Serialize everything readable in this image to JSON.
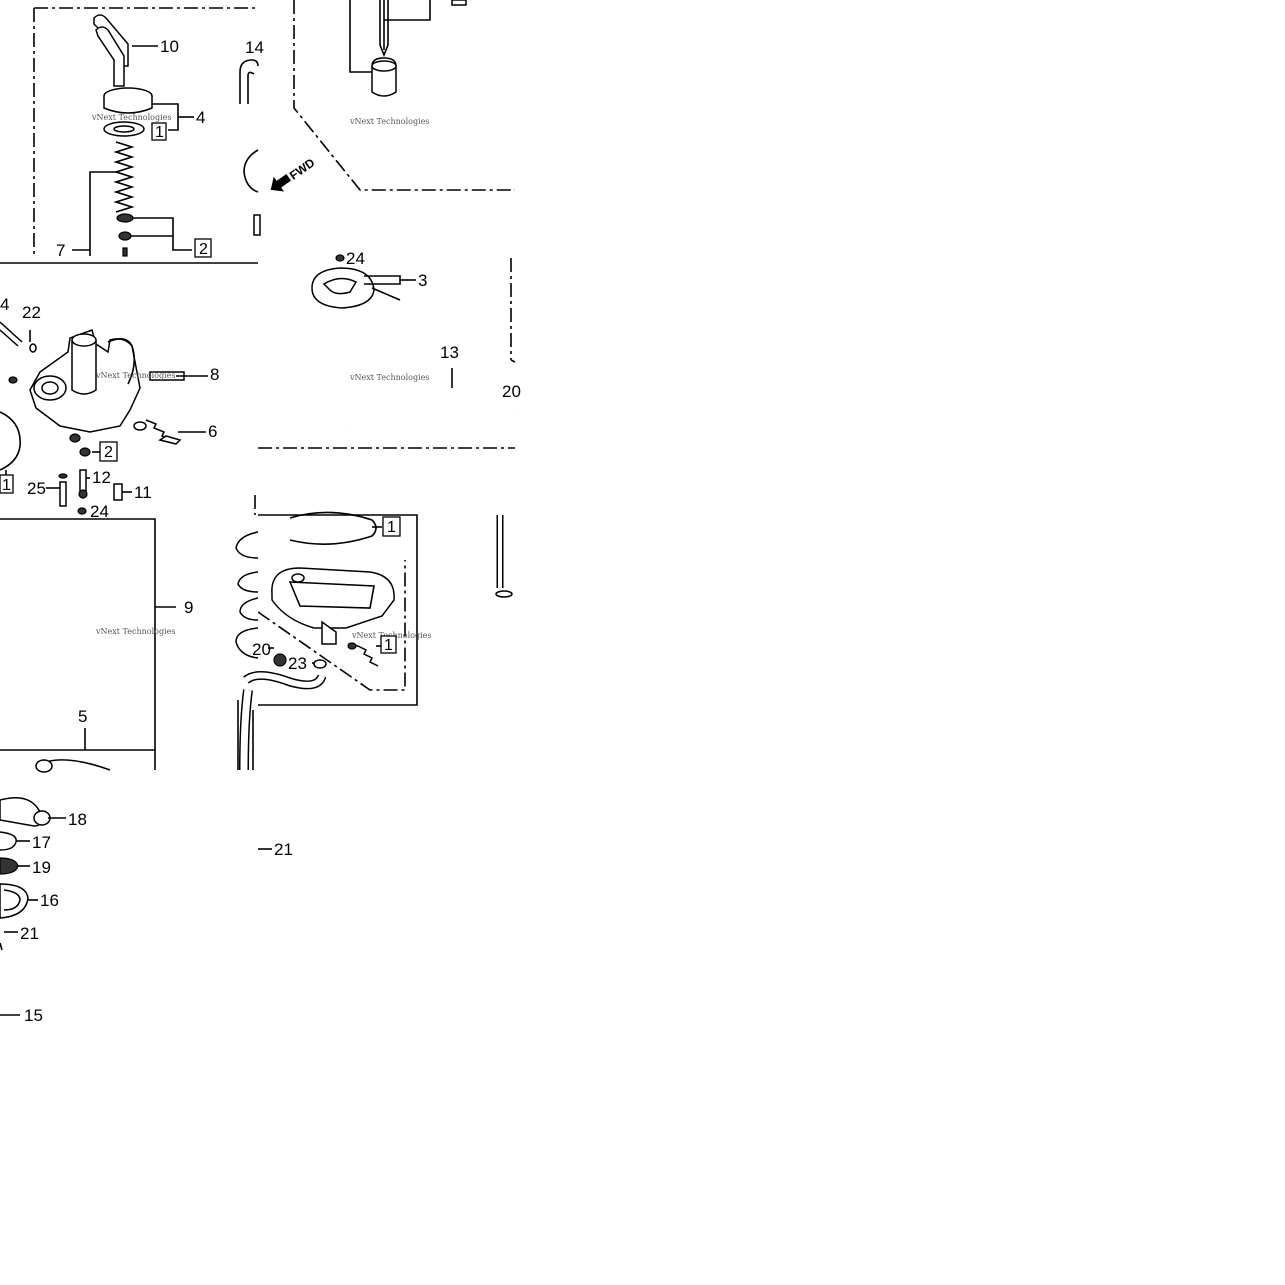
{
  "labels": {
    "l10": "10",
    "l4a": "4",
    "l7": "7",
    "l14": "14",
    "l22": "22",
    "l8": "8",
    "l6": "6",
    "l25": "25",
    "l12": "12",
    "l11": "11",
    "l24a": "24",
    "l24b": "24",
    "l3": "3",
    "l13": "13",
    "l20a": "20",
    "l20b": "20",
    "l9": "9",
    "l5": "5",
    "l18": "18",
    "l17": "17",
    "l19": "19",
    "l16": "16",
    "l21a": "21",
    "l21b": "21",
    "l15": "15",
    "l23": "23"
  },
  "boxed_labels": {
    "b1a": "1",
    "b2a": "2",
    "b2b": "2",
    "b1b": "1",
    "b1c": "1",
    "b1d": "1"
  },
  "direction_marker": "FWD",
  "watermark": "vNext Technologies"
}
